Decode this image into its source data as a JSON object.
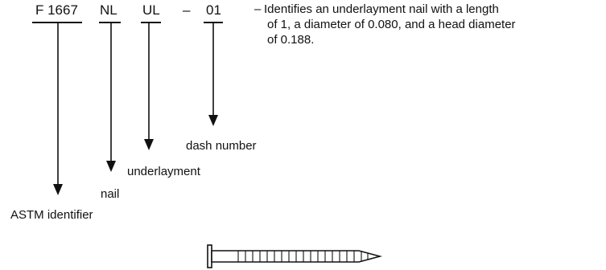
{
  "designation": {
    "spec": "F 1667",
    "type": "NL",
    "style": "UL",
    "dash": "–",
    "number": "01"
  },
  "description": {
    "dash": "–",
    "lines": [
      "Identifies an underlayment nail with a length",
      "of 1, a diameter of 0.080, and a head diameter",
      "of 0.188."
    ]
  },
  "labels": {
    "astm": "ASTM identifier",
    "nail": "nail",
    "underlayment": "underlayment",
    "dash_number": "dash number"
  },
  "illustration": {
    "stroke_color": "#111111"
  }
}
